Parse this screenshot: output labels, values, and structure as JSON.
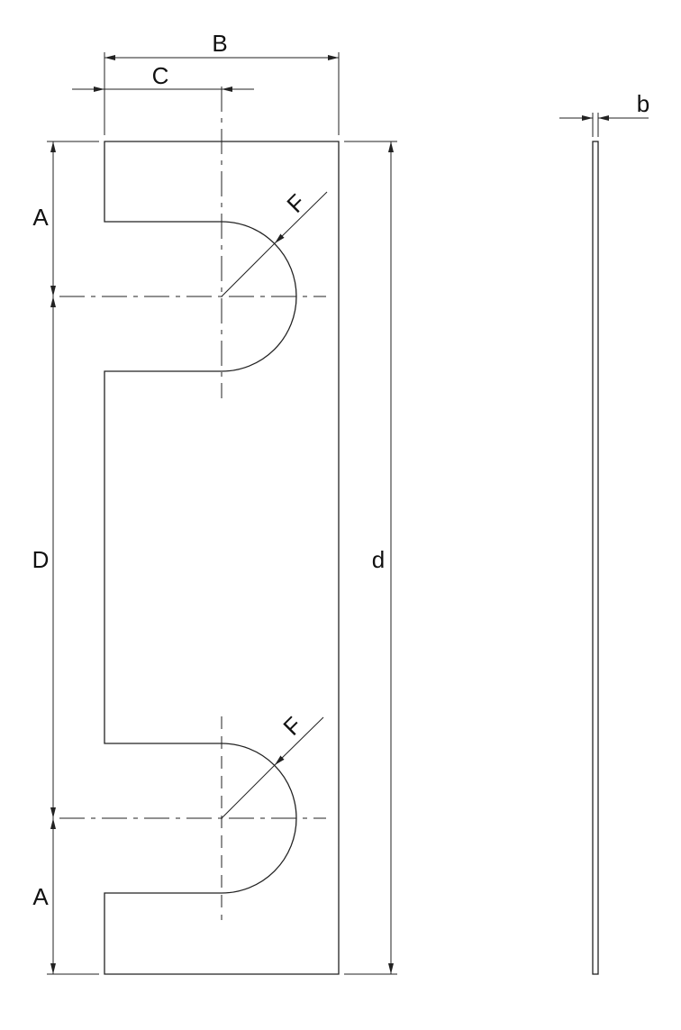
{
  "drawing": {
    "front_view": {
      "dimensions": {
        "width": "B",
        "notch_depth": "C",
        "top_margin": "A",
        "center_spacing": "D",
        "bottom_margin": "A",
        "total_length": "d",
        "notch_radius_top": "F",
        "notch_radius_bottom": "F"
      }
    },
    "side_view": {
      "dimensions": {
        "thickness": "b"
      }
    }
  }
}
